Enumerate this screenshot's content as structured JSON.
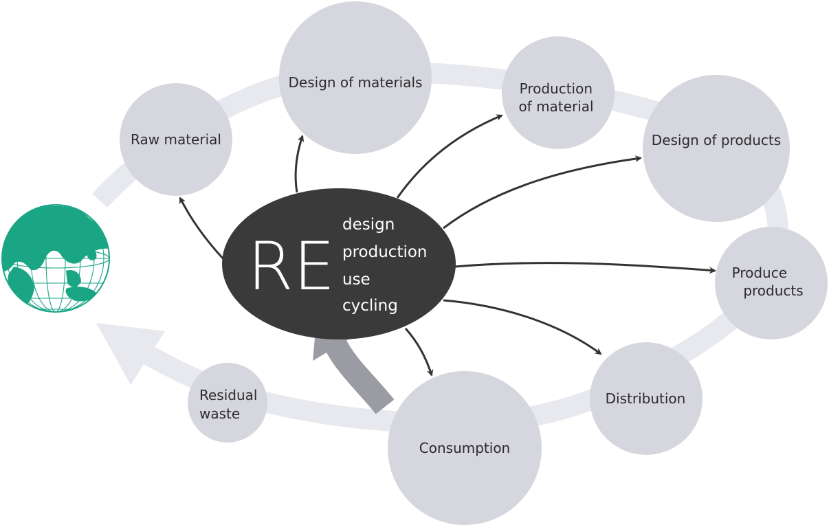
{
  "diagram": {
    "colors": {
      "node_fill": "#d6d6df",
      "cycle_track": "#e8e9ee",
      "hub_fill": "#3a3a3a",
      "arrow": "#333333",
      "return_arrow": "#9b9ba3",
      "globe": "#1aa585"
    },
    "hub": {
      "letters": "RE",
      "words": [
        "design",
        "production",
        "use",
        "cycling"
      ]
    },
    "nodes": {
      "raw_material": [
        "Raw material"
      ],
      "design_of_materials": [
        "Design of materials"
      ],
      "production_of_material": [
        "Production",
        "of material"
      ],
      "design_of_products": [
        "Design of products"
      ],
      "produce_products": [
        "Produce",
        "products"
      ],
      "distribution": [
        "Distribution"
      ],
      "consumption": [
        "Consumption"
      ],
      "residual_waste": [
        "Residual",
        "waste"
      ]
    },
    "icons": {
      "globe": "globe-icon"
    }
  }
}
